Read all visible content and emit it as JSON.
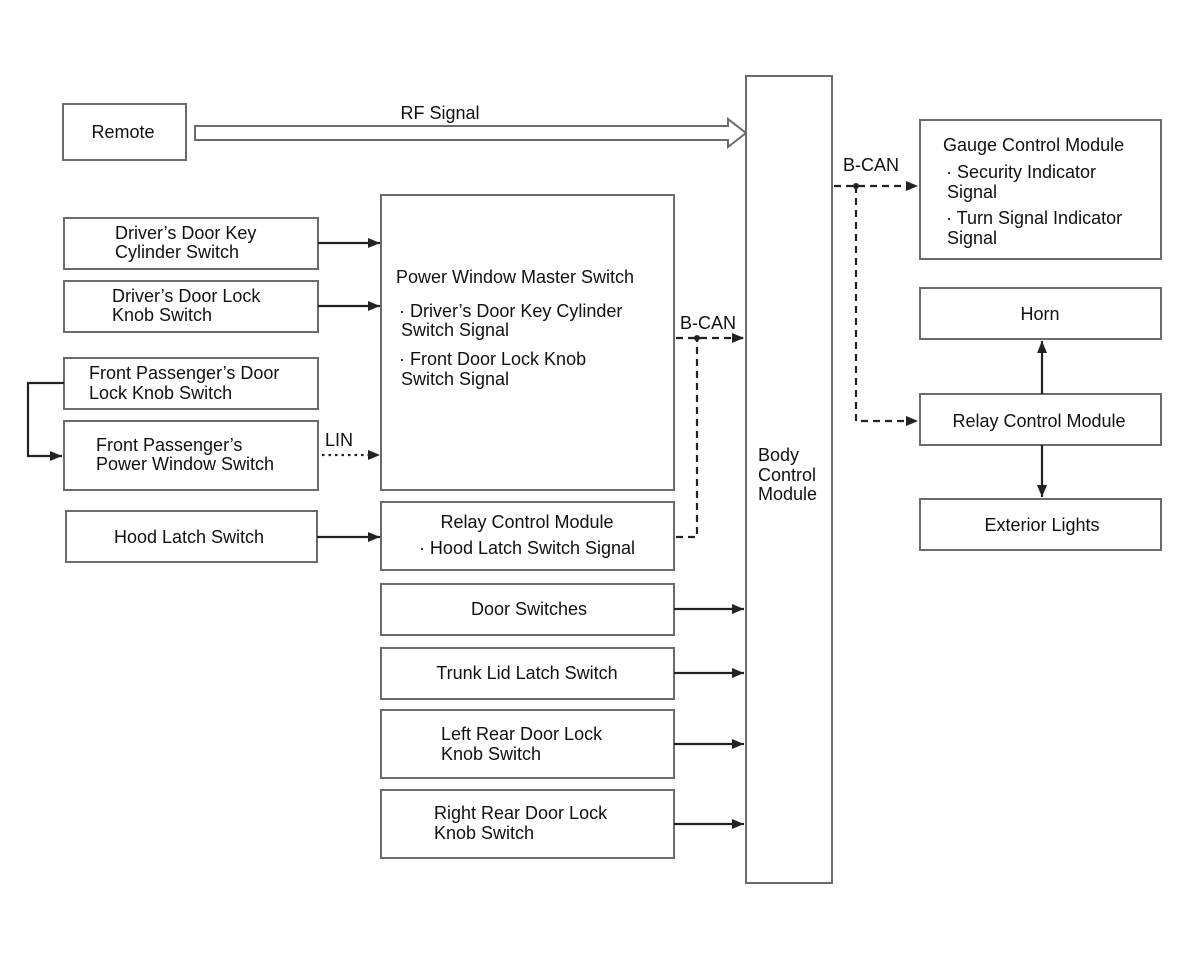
{
  "remote": "Remote",
  "rf_signal": "RF Signal",
  "drivers_key_cyl": [
    "Driver’s Door Key",
    "Cylinder Switch"
  ],
  "drivers_lock_knob": [
    "Driver’s Door Lock",
    "Knob Switch"
  ],
  "front_pass_lock_knob": [
    "Front Passenger’s Door",
    "Lock Knob Switch"
  ],
  "front_pass_window": [
    "Front Passenger’s",
    "Power Window Switch"
  ],
  "hood_latch": "Hood Latch Switch",
  "lin": "LIN",
  "pwm": {
    "title": "Power Window Master Switch",
    "item1": [
      "· Driver’s Door Key Cylinder",
      "Switch Signal"
    ],
    "item2": [
      "· Front Door Lock Knob",
      "Switch Signal"
    ]
  },
  "b_can_left": "B-CAN",
  "rcm_left": {
    "title": "Relay Control Module",
    "item": "· Hood Latch Switch Signal"
  },
  "door_switches": "Door Switches",
  "trunk_lid": "Trunk Lid Latch Switch",
  "left_rear": [
    "Left Rear Door Lock",
    "Knob Switch"
  ],
  "right_rear": [
    "Right Rear Door Lock",
    "Knob Switch"
  ],
  "bcm": [
    "Body",
    "Control",
    "Module"
  ],
  "b_can_right": "B-CAN",
  "gcm": {
    "title": "Gauge Control Module",
    "item1": [
      "· Security Indicator",
      "Signal"
    ],
    "item2": [
      "· Turn Signal Indicator",
      "Signal"
    ]
  },
  "horn": "Horn",
  "rcm_right": "Relay Control Module",
  "exterior_lights": "Exterior Lights"
}
